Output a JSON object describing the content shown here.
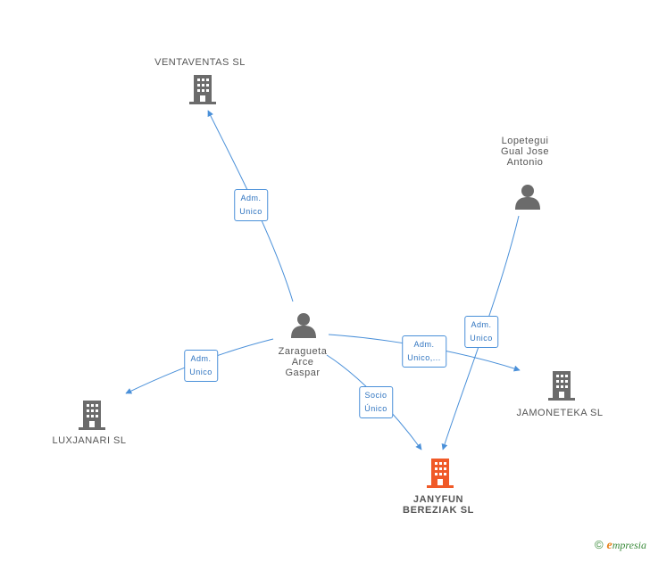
{
  "nodes": {
    "ventaventas": {
      "label": "VENTAVENTAS SL",
      "type": "company"
    },
    "lopetegui": {
      "label": "Lopetegui\nGual Jose\nAntonio",
      "type": "person"
    },
    "zaragueta": {
      "label": "Zaragueta\nArce\nGaspar",
      "type": "person"
    },
    "luxjanari": {
      "label": "LUXJANARI SL",
      "type": "company"
    },
    "jamoneteka": {
      "label": "JAMONETEKA SL",
      "type": "company"
    },
    "janyfun": {
      "label": "JANYFUN\nBEREZIAK SL",
      "type": "company-focus"
    }
  },
  "edges": {
    "e1": {
      "label": "Adm.\nUnico"
    },
    "e2": {
      "label": "Adm.\nUnico"
    },
    "e3": {
      "label": "Adm.\nUnico,..."
    },
    "e4": {
      "label": "Socio\nÚnico"
    },
    "e5": {
      "label": "Adm.\nUnico"
    }
  },
  "colors": {
    "edge": "#4a90d9",
    "node_icon": "#6b6b6b",
    "focus_icon": "#f05a28"
  },
  "brand": {
    "copyright": "©",
    "initial": "e",
    "rest": "mpresia"
  }
}
